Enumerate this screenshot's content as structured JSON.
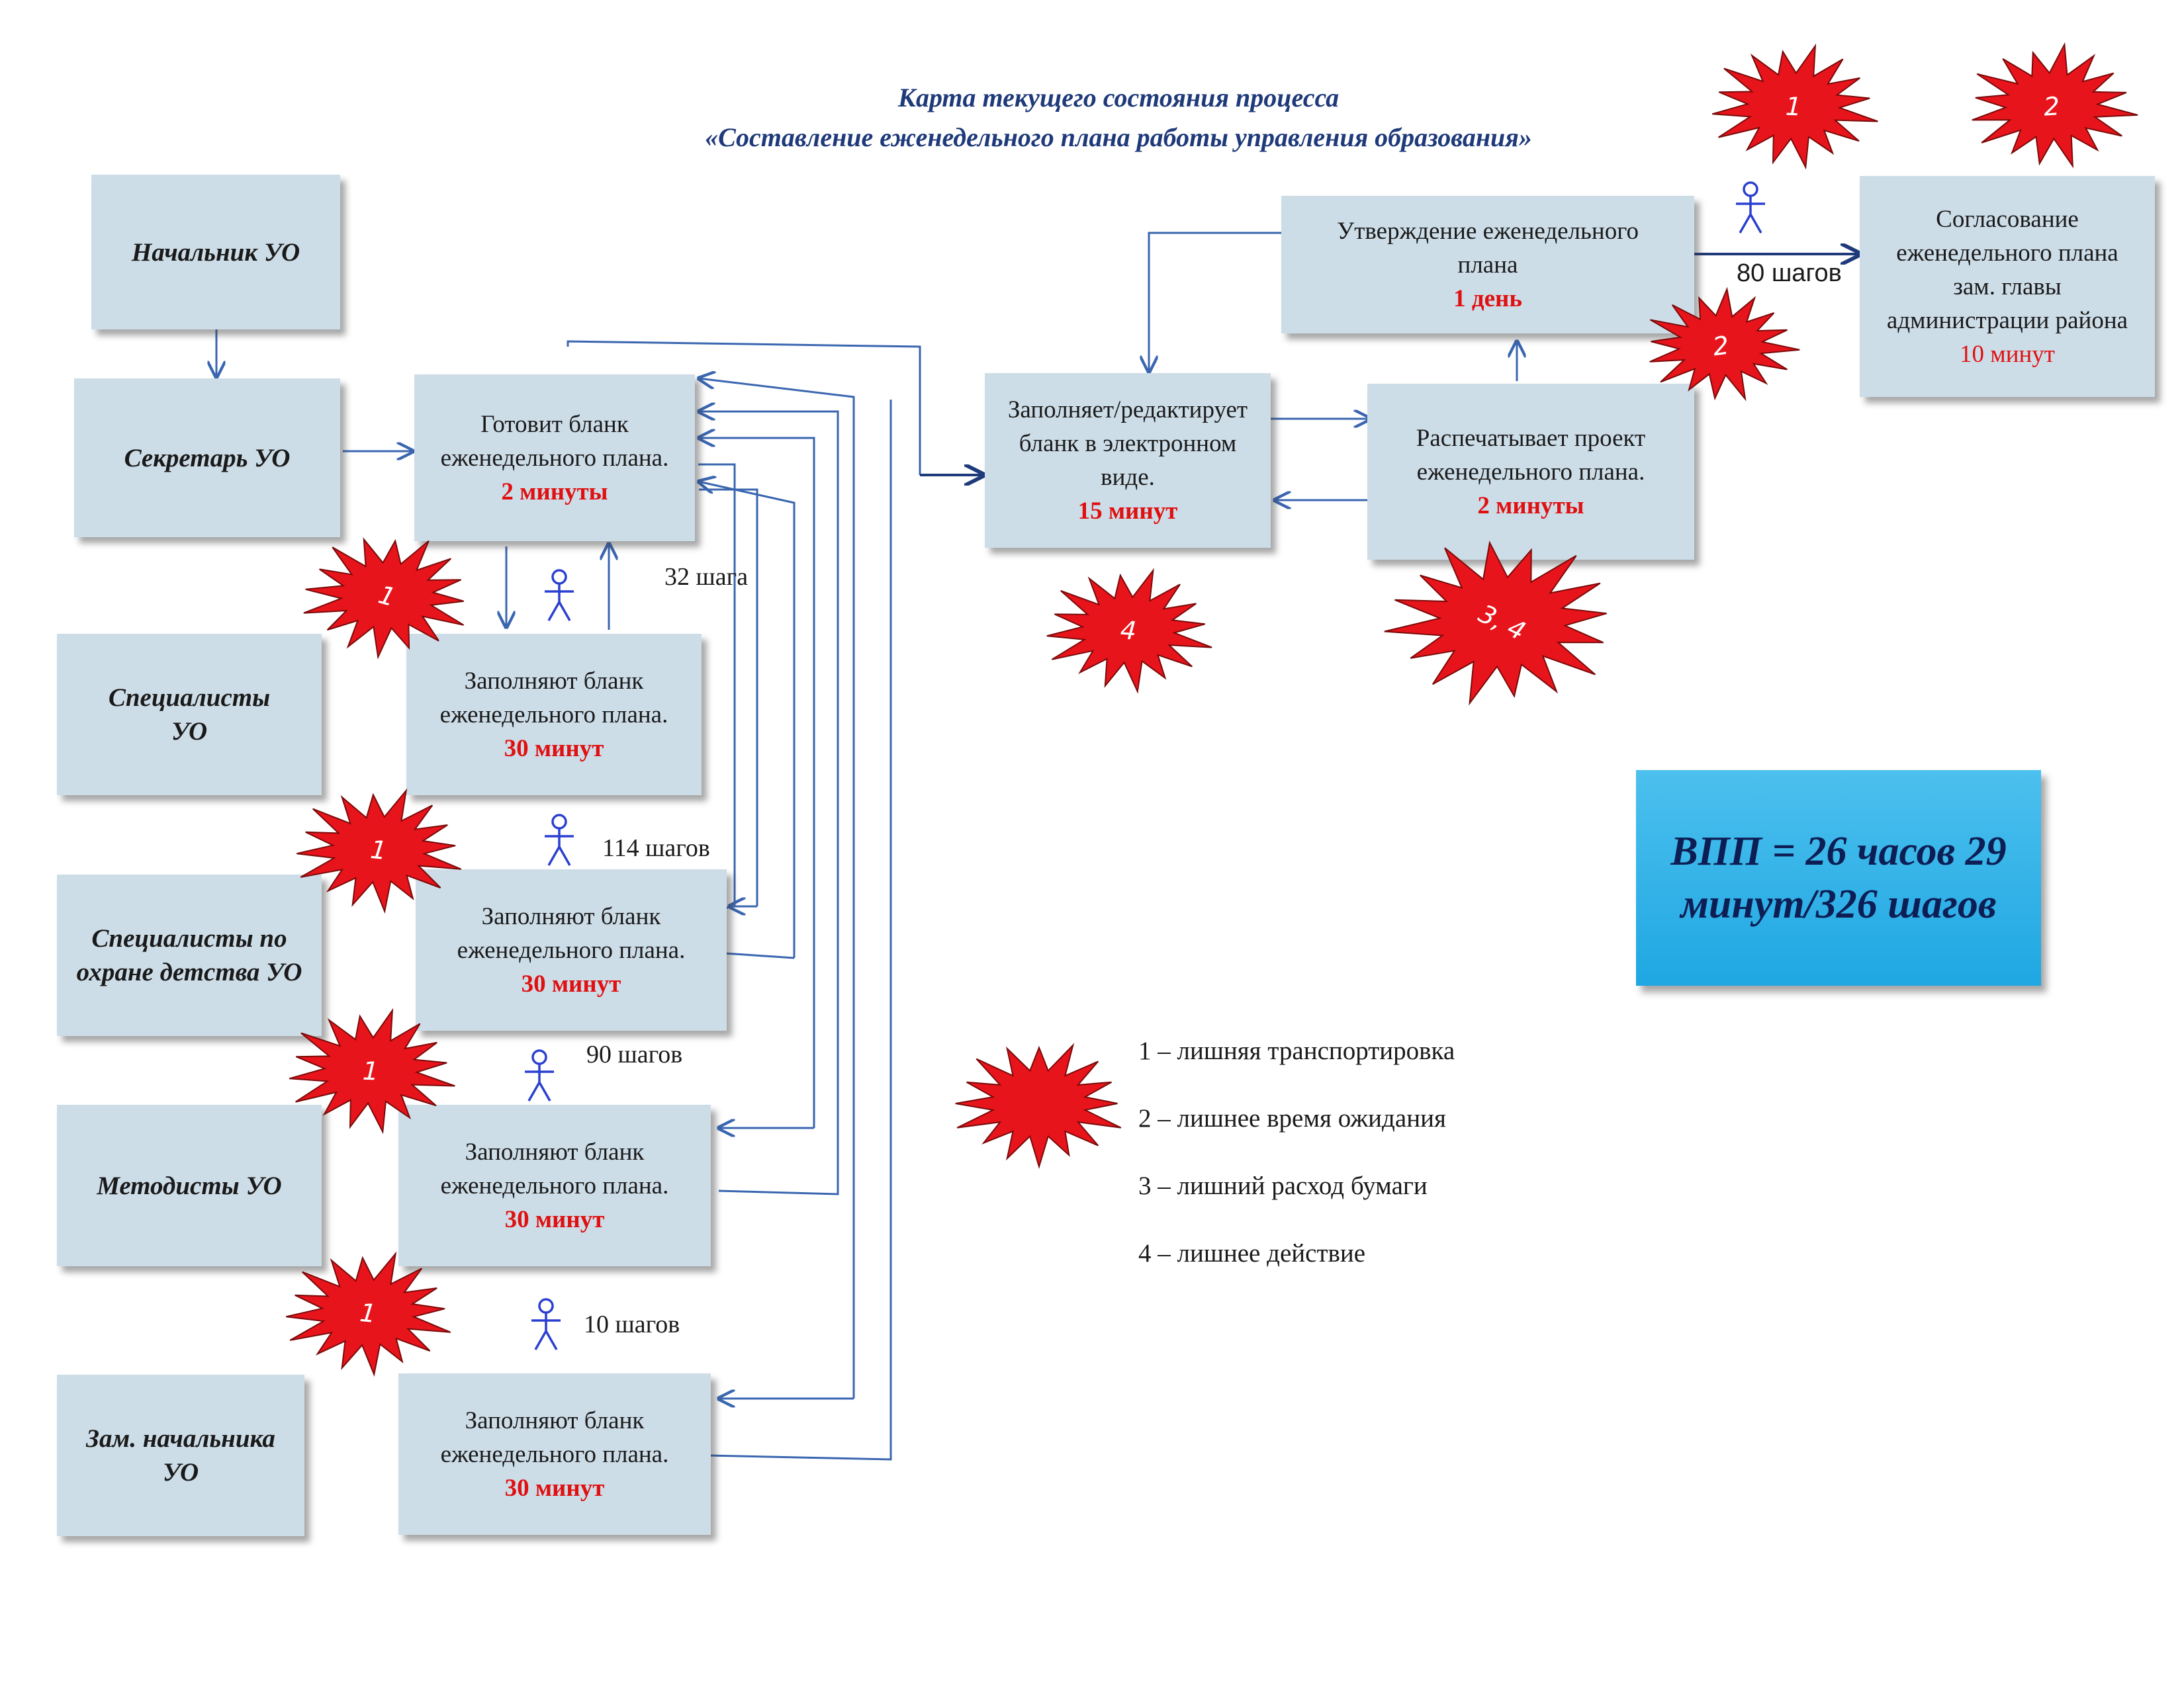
{
  "title": {
    "line1": "Карта текущего состояния процесса",
    "line2": "«Составление еженедельного плана работы управления образования»"
  },
  "roles": {
    "chief": "Начальник УО",
    "secretary": "Секретарь УО",
    "specialists": "Специалисты УО",
    "child_protection": "Специалисты по охране детства УО",
    "methodists": "Методисты  УО",
    "deputy": "Зам. начальника УО"
  },
  "steps": {
    "prepare": {
      "text": "Готовит бланк еженедельного плана.",
      "time": "2 минуты"
    },
    "fill_specialists": {
      "text": "Заполняют бланк еженедельного плана.",
      "time": "30 минут"
    },
    "fill_child": {
      "text": "Заполняют бланк еженедельного плана.",
      "time": "30 минут"
    },
    "fill_methodists": {
      "text": "Заполняют бланк еженедельного плана.",
      "time": "30 минут"
    },
    "fill_deputy": {
      "text": "Заполняют бланк еженедельного плана.",
      "time": "30 минут"
    },
    "edit": {
      "text": "Заполняет/редактирует  бланк в электронном виде.",
      "time": "15 минут"
    },
    "print": {
      "text": "Распечатывает проект еженедельного плана.",
      "time": "2 минуты"
    },
    "approve": {
      "text": "Утверждение еженедельного плана",
      "time": "1 день"
    },
    "agree": {
      "text": "Согласование еженедельного плана зам. главы администрации района",
      "time": "10 минут"
    }
  },
  "distances": {
    "d32": "32 шага",
    "d114": "114 шагов",
    "d90": "90 шагов",
    "d10": "10 шагов",
    "d80": "80 шагов"
  },
  "waste_markers": {
    "top_1": "1",
    "top_2": "2",
    "approve": "2",
    "secretary": "1",
    "edit": "4",
    "print": "3, 4",
    "specialists": "1",
    "child_protection": "1",
    "methodists": "1"
  },
  "legend": {
    "items": [
      "1 – лишняя транспортировка",
      "2 – лишнее время ожидания",
      "3 – лишний расход бумаги",
      "4 – лишнее действие"
    ]
  },
  "summary": "ВПП = 26 часов 29 минут/326 шагов",
  "colors": {
    "box_fill": "#cddde8",
    "arrow": "#3a66b0",
    "star": "#e8141b",
    "accent_time": "#e01010",
    "summary_fill": "#29aee6"
  }
}
